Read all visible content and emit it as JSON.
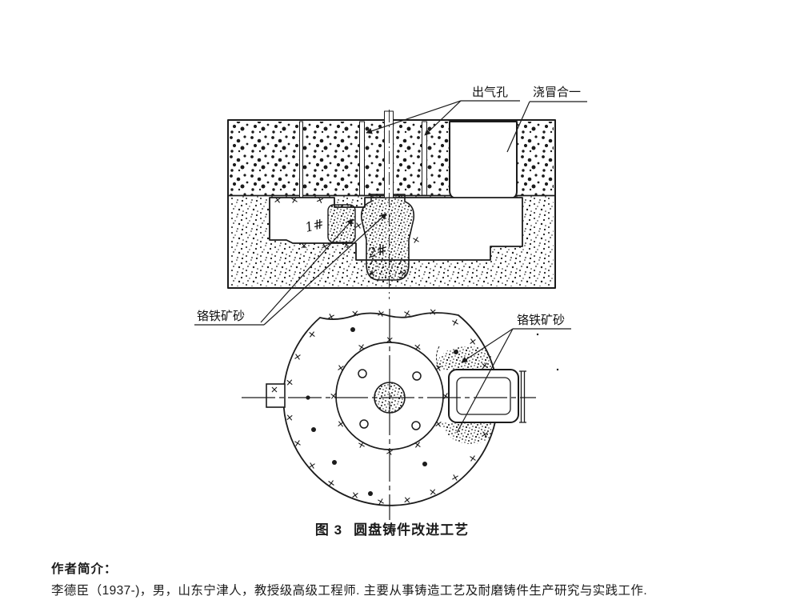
{
  "colors": {
    "ink": "#1b1b1b",
    "paper": "#ffffff"
  },
  "figure": {
    "labels": {
      "air_vent": "出气孔",
      "riser_combined": "浇冒合一",
      "chromite_left": "铬铁矿砂",
      "chromite_right": "铬铁矿砂",
      "mark_1": "1#",
      "mark_2": "2#"
    },
    "caption": {
      "number": "图 3",
      "title": "圆盘铸件改进工艺"
    }
  },
  "footer": {
    "heading": "作者简介：",
    "bio": "李德臣（1937-)，男，山东宁津人，教授级高级工程师. 主要从事铸造工艺及耐磨铸件生产研究与实践工作."
  }
}
